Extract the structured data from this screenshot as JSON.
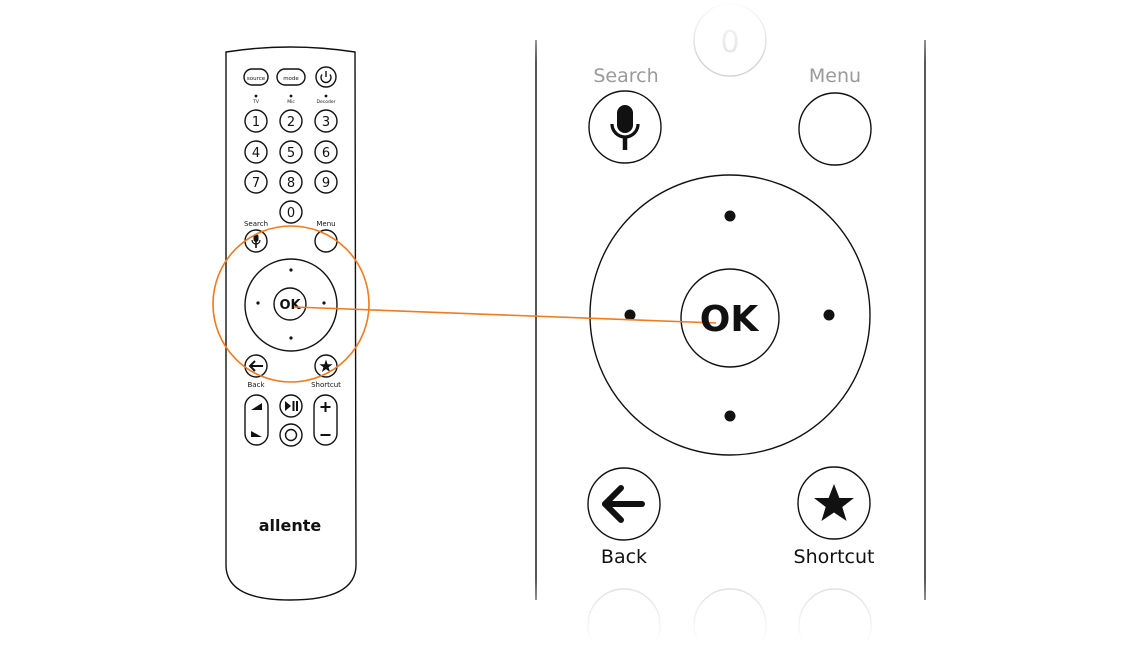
{
  "remote": {
    "top_buttons": {
      "source": "source",
      "mode": "mode"
    },
    "indicators": {
      "tv": "TV",
      "mic": "Mic",
      "decoder": "Decoder"
    },
    "digits": [
      "1",
      "2",
      "3",
      "4",
      "5",
      "6",
      "7",
      "8",
      "9",
      "0"
    ],
    "search_label": "Search",
    "menu_label": "Menu",
    "ok_label": "OK",
    "back_label": "Back",
    "shortcut_label": "Shortcut",
    "brand": "allente"
  },
  "zoom": {
    "search_label": "Search",
    "menu_label": "Menu",
    "ok_label": "OK",
    "back_label": "Back",
    "shortcut_label": "Shortcut"
  },
  "colors": {
    "highlight": "#f07b1d",
    "stroke": "#111111",
    "faded": "#dddddd"
  }
}
